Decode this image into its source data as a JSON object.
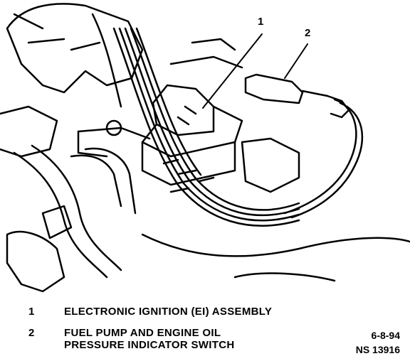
{
  "callouts": [
    "1",
    "2"
  ],
  "legend": [
    {
      "num": "1",
      "lines": [
        "ELECTRONIC IGNITION (EI) ASSEMBLY"
      ]
    },
    {
      "num": "2",
      "lines": [
        "FUEL PUMP AND ENGINE OIL",
        "PRESSURE INDICATOR SWITCH"
      ]
    }
  ],
  "doc_date": "6-8-94",
  "doc_number": "NS 13916"
}
